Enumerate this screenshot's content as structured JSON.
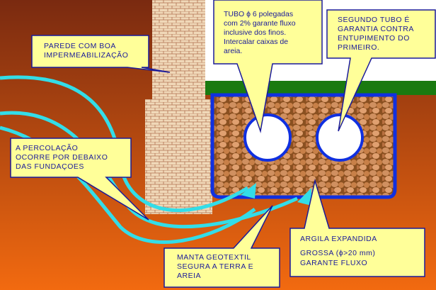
{
  "colors": {
    "soil_top": "#7a2a10",
    "soil_bottom": "#f26a10",
    "callout_fill": "#ffff99",
    "callout_border": "#1a1a9a",
    "water": "#33dde8",
    "pipe_border": "#1030e0",
    "grass": "#1a7a10",
    "gravel": "#c88850"
  },
  "callouts": {
    "wall": {
      "lines": [
        "PAREDE COM BOA",
        "IMPERMEABILIZAÇÃO"
      ]
    },
    "pipe": {
      "lines": [
        "TUBO ϕ 6 polegadas",
        "com 2% garante fluxo",
        "inclusive dos finos.",
        "Intercalar caixas de",
        "areia."
      ]
    },
    "second_pipe": {
      "lines": [
        "SEGUNDO TUBO É",
        "GARANTIA CONTRA",
        "ENTUPIMENTO DO",
        "PRIMEIRO."
      ]
    },
    "percolation": {
      "lines": [
        "A PERCOLAÇÃO",
        "OCORRE POR DEBAIXO",
        "DAS FUNDAÇOES"
      ]
    },
    "geotextile": {
      "lines": [
        "MANTA GEOTEXTIL",
        "SEGURA A TERRA E",
        "AREIA"
      ]
    },
    "clay": {
      "lines": [
        "ARGILA EXPANDIDA",
        "GROSSA (ϕ>20 mm)",
        "GARANTE FLUXO"
      ]
    }
  }
}
